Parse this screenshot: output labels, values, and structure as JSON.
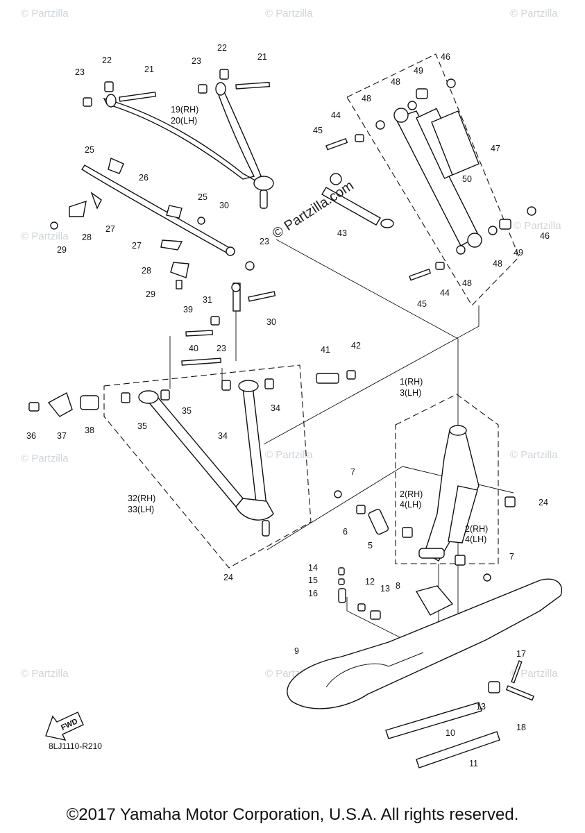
{
  "watermark": "© Partzilla",
  "brand_watermark": "© Partzilla.com",
  "diagram_code": "8LJ1110-R210",
  "fwd_label": "FWD",
  "copyright": "©2017 Yamaha Motor Corporation, U.S.A. All rights reserved.",
  "callouts": {
    "c21a": "21",
    "c22a": "22",
    "c23a": "23",
    "c23b": "23",
    "c22b": "22",
    "c21b": "21",
    "c19": "19(RH)",
    "c20": "20(LH)",
    "c46a": "46",
    "c49a": "49",
    "c48a": "48",
    "c48b": "48",
    "c44a": "44",
    "c45a": "45",
    "c47": "47",
    "c50": "50",
    "c25a": "25",
    "c26": "26",
    "c25b": "25",
    "c30a": "30",
    "c29a": "29",
    "c28a": "28",
    "c27a": "27",
    "c27b": "27",
    "c23c": "23",
    "c43": "43",
    "c28b": "28",
    "c29b": "29",
    "c46b": "46",
    "c48c": "48",
    "c49b": "49",
    "c45b": "45",
    "c44b": "44",
    "c48d": "48",
    "c31": "31",
    "c30b": "30",
    "c39": "39",
    "c23d": "23",
    "c40": "40",
    "c41": "41",
    "c42": "42",
    "c35a": "35",
    "c35b": "35",
    "c34a": "34",
    "c34b": "34",
    "c36": "36",
    "c37": "37",
    "c38": "38",
    "c1": "1(RH)",
    "c3": "3(LH)",
    "c7a": "7",
    "c2a": "2(RH)",
    "c4a": "4(LH)",
    "c24a": "24",
    "c32": "32(RH)",
    "c33": "33(LH)",
    "c6": "6",
    "c5": "5",
    "c2b": "2(RH)",
    "c4b": "4(LH)",
    "c7b": "7",
    "c24b": "24",
    "c14": "14",
    "c15": "15",
    "c16": "16",
    "c12": "12",
    "c13a": "13",
    "c8": "8",
    "c9": "9",
    "c17": "17",
    "c13b": "13",
    "c18": "18",
    "c10": "10",
    "c11": "11"
  }
}
